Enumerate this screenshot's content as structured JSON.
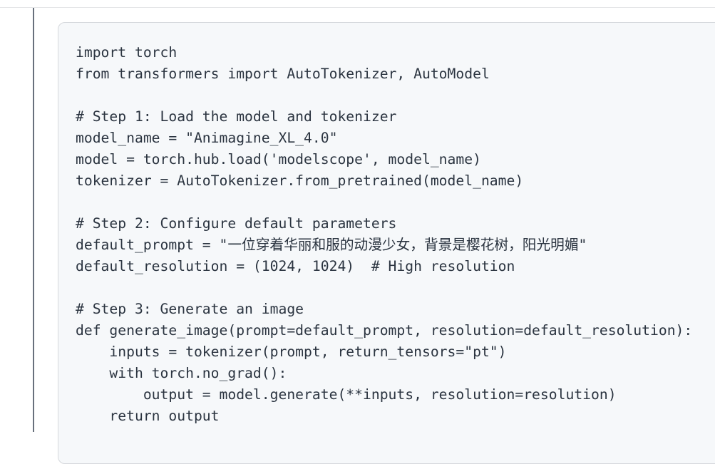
{
  "layout": {
    "top_divider_color": "#e4e5e7",
    "vertical_rule_color": "#68707c"
  },
  "code_block": {
    "background_color": "#f6f8fa",
    "border_color": "#d5d8dc",
    "text_color": "#2b3440",
    "lines": [
      "import torch",
      "from transformers import AutoTokenizer, AutoModel",
      "",
      "# Step 1: Load the model and tokenizer",
      "model_name = \"Animagine_XL_4.0\"",
      "model = torch.hub.load('modelscope', model_name)",
      "tokenizer = AutoTokenizer.from_pretrained(model_name)",
      "",
      "# Step 2: Configure default parameters",
      "default_prompt = \"一位穿着华丽和服的动漫少女，背景是樱花树，阳光明媚\"",
      "default_resolution = (1024, 1024)  # High resolution",
      "",
      "# Step 3: Generate an image",
      "def generate_image(prompt=default_prompt, resolution=default_resolution):",
      "    inputs = tokenizer(prompt, return_tensors=\"pt\")",
      "    with torch.no_grad():",
      "        output = model.generate(**inputs, resolution=resolution)",
      "    return output"
    ]
  }
}
